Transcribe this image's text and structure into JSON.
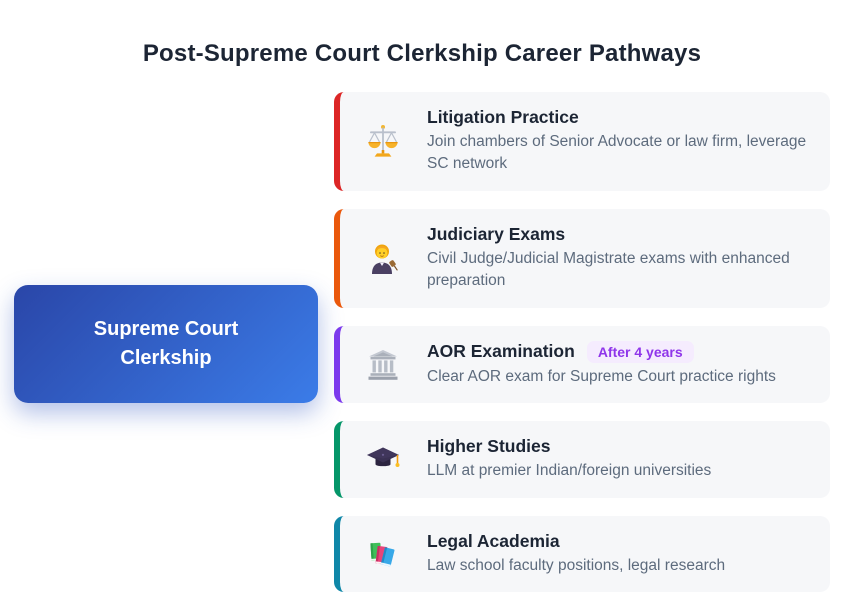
{
  "page": {
    "title": "Post-Supreme Court Clerkship Career Pathways"
  },
  "root_node": {
    "label": "Supreme Court Clerkship",
    "gradient_from": "#2a46a8",
    "gradient_to": "#3b7ce8",
    "text_color": "#ffffff"
  },
  "badge_style": {
    "bg": "#f5ecfe",
    "color": "#8f35ea"
  },
  "pathways": [
    {
      "title": "Litigation Practice",
      "description": "Join chambers of Senior Advocate or law firm, leverage SC network",
      "icon": "scales",
      "accent_color": "#dc2626",
      "badge": null
    },
    {
      "title": "Judiciary Exams",
      "description": "Civil Judge/Judicial Magistrate exams with enhanced preparation",
      "icon": "judge",
      "accent_color": "#ea580c",
      "badge": null
    },
    {
      "title": "AOR Examination",
      "description": "Clear AOR exam for Supreme Court practice rights",
      "icon": "courthouse",
      "accent_color": "#7c3aed",
      "badge": "After 4 years"
    },
    {
      "title": "Higher Studies",
      "description": "LLM at premier Indian/foreign universities",
      "icon": "graduation-cap",
      "accent_color": "#059669",
      "badge": null
    },
    {
      "title": "Legal Academia",
      "description": "Law school faculty positions, legal research",
      "icon": "books",
      "accent_color": "#0f87a8",
      "badge": null
    }
  ]
}
